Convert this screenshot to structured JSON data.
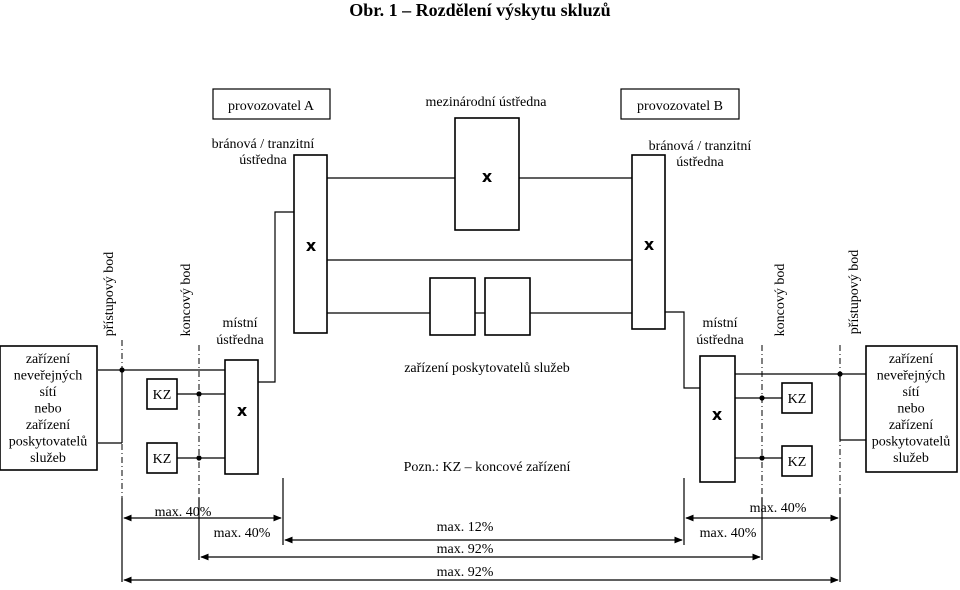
{
  "title": "Obr. 1 – Rozdělení výskytu skluzů",
  "labels": {
    "operator_a": "provozovatel A",
    "operator_b": "provozovatel B",
    "international": "mezinárodní ústředna",
    "gateway_a": [
      "bránová / tranzitní",
      "ústředna"
    ],
    "gateway_b": [
      "bránová / tranzitní",
      "ústředna"
    ],
    "local_a": [
      "místní",
      "ústředna"
    ],
    "local_b": [
      "místní",
      "ústředna"
    ],
    "access_point": "přístupový bod",
    "end_point": "koncový bod",
    "provider_equipment": "zařízení poskytovatelů služeb",
    "note": "Pozn.: KZ – koncové zařízení",
    "kz": "KZ",
    "switch_mark": "x",
    "left_box": [
      "zařízení",
      "neveřejných",
      "sítí",
      "nebo",
      "zařízení",
      "poskytovatelů",
      "služeb"
    ],
    "right_box": [
      "zařízení",
      "neveřejných",
      "sítí",
      "nebo",
      "zařízení",
      "poskytovatelů",
      "služeb"
    ]
  },
  "measures": {
    "left_outer": "max. 40%",
    "left_inner": "max. 40%",
    "middle": "max. 12%",
    "inner_total": "max. 92%",
    "outer_total": "max. 92%",
    "right_outer": "max. 40%",
    "right_inner": "max. 40%"
  }
}
